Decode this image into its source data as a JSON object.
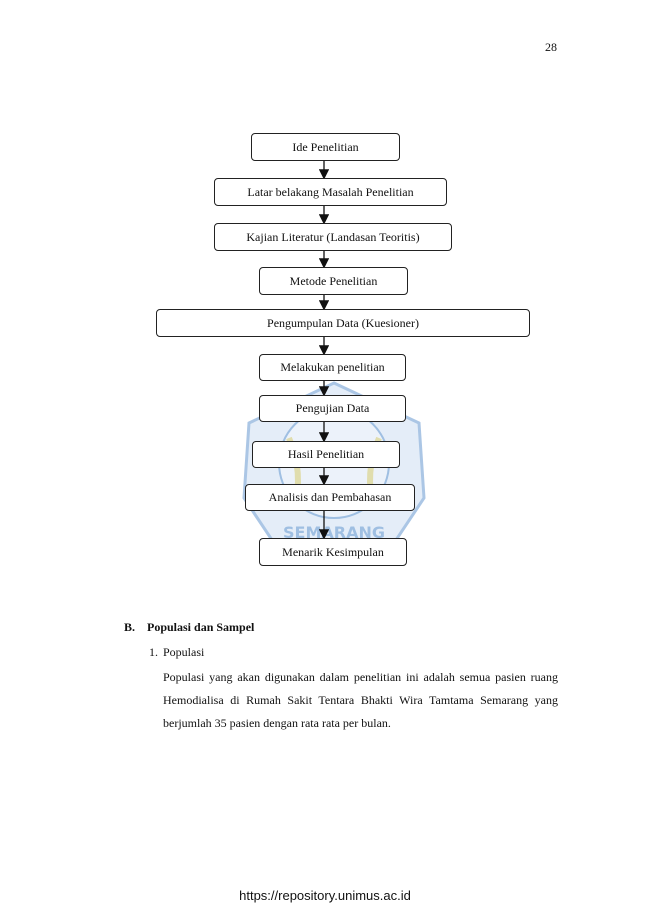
{
  "page": {
    "number": "28"
  },
  "flowchart": {
    "steps": [
      "Ide Penelitian",
      "Latar belakang Masalah Penelitian",
      "Kajian Literatur (Landasan Teoritis)",
      "Metode Penelitian",
      "Pengumpulan Data  (Kuesioner)",
      "Melakukan penelitian",
      "Pengujian Data",
      "Hasil Penelitian",
      "Analisis dan Pembahasan",
      "Menarik Kesimpulan"
    ]
  },
  "watermark": {
    "text": "SEMARANG",
    "colors": {
      "fill": "#cfe0f3",
      "stroke": "#8fb4dd"
    }
  },
  "section": {
    "letter": "B.",
    "title": "Populasi dan Sampel",
    "sub": {
      "number": "1.",
      "title": "Populasi",
      "paragraph": "Populasi yang akan digunakan dalam penelitian ini adalah semua pasien ruang Hemodialisa di Rumah Sakit Tentara Bhakti Wira Tamtama Semarang yang berjumlah 35 pasien dengan rata rata per bulan."
    }
  },
  "footer": {
    "url": "https://repository.unimus.ac.id"
  }
}
